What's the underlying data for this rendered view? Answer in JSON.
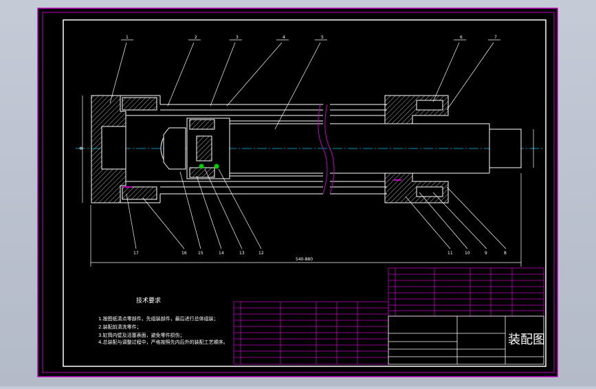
{
  "drawing": {
    "title": "装配图",
    "tech_requirements": {
      "heading": "技术要求",
      "items": [
        "1.按图纸清点零部件，先组装部件，最后进行总体组装；",
        "2.装配前清洗零件；",
        "3.缸筒内壁及活塞表面，避免零件损伤；",
        "4.总装配与调整过程中，严格按照先内后外的装配工艺顺序。"
      ]
    },
    "balloon_numbers_top": [
      "1",
      "2",
      "3",
      "4",
      "5",
      "6",
      "7"
    ],
    "balloon_numbers_bottom": [
      "17",
      "16",
      "15",
      "14",
      "13",
      "12",
      "11",
      "10",
      "9",
      "8"
    ],
    "dimension_overall": "540-880",
    "colors": {
      "paper": "#000000",
      "frame": "#c000c0",
      "lines": "#ffffff",
      "centerline": "#00c8ff",
      "highlight": "#00d000"
    }
  }
}
